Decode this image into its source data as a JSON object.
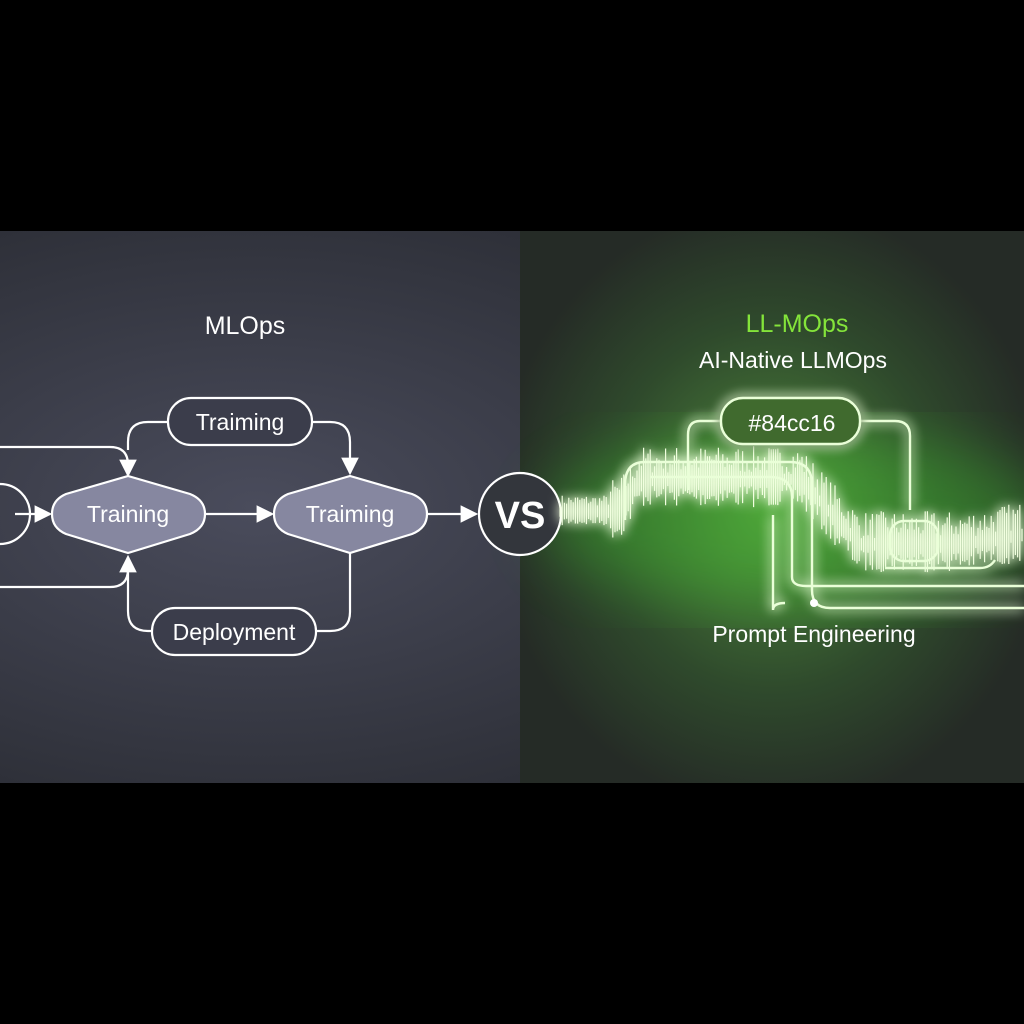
{
  "colors": {
    "accent": "#84cc16",
    "glow": "#3dff3a",
    "left_bg": "#3a3c48",
    "node_fill": "#8a8aa3"
  },
  "left": {
    "title": "MLOps",
    "top_box": "Traiming",
    "node1": "Training",
    "node2": "Traiming",
    "bottom_box": "Deployment"
  },
  "vs": "VS",
  "right": {
    "title": "LL-MOps",
    "subtitle": "AI-Native LLMOps",
    "top_box": "#84cc16",
    "caption": "Prompt Engineering"
  }
}
